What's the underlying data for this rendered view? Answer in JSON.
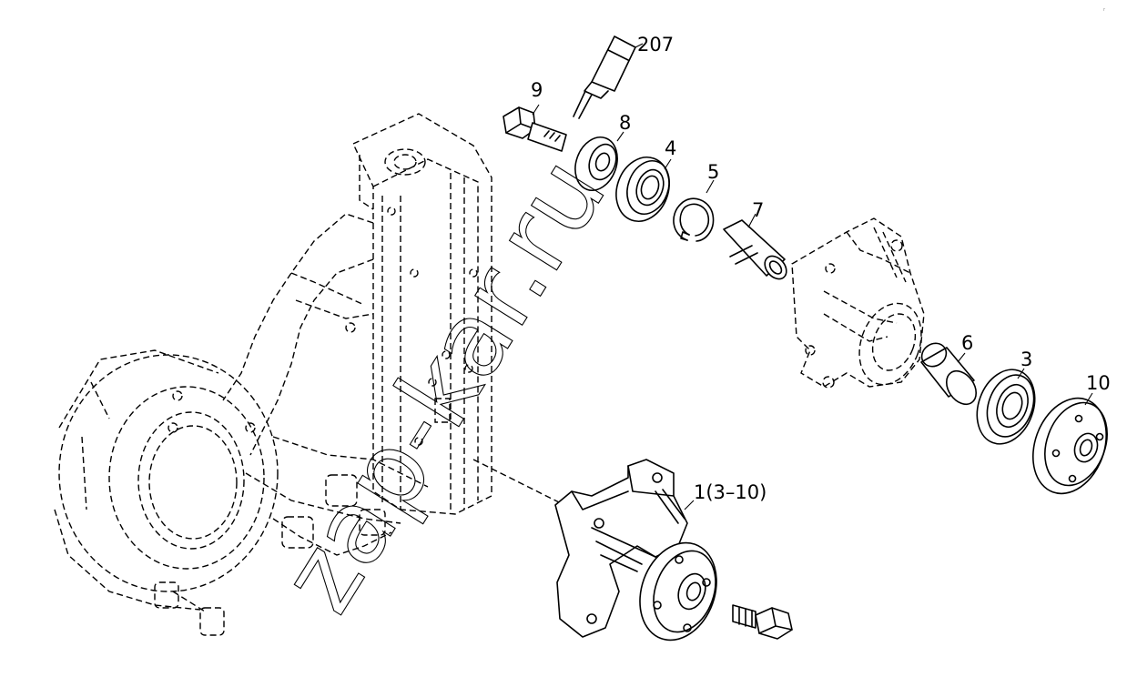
{
  "labels": {
    "p207": "207",
    "p9": "9",
    "p8": "8",
    "p4": "4",
    "p5": "5",
    "p7": "7",
    "p6": "6",
    "p3": "3",
    "p10": "10",
    "p1": "1(3–10)"
  },
  "watermark": "zap-kar.ru",
  "corner_mark": "r"
}
